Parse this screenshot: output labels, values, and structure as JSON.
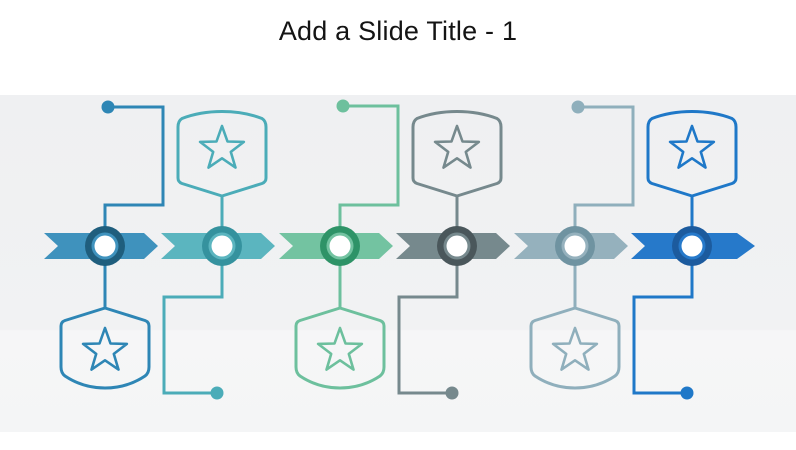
{
  "slide": {
    "title": "Add a Slide Title - 1",
    "background": "#ffffff",
    "canvas_band_top": "#f0f1f2",
    "canvas_band_bottom": "#f5f6f7"
  },
  "timeline": {
    "circle_center": "#ffffff",
    "items": [
      {
        "step": 1,
        "icon": "star",
        "badge_position": "below",
        "connector": "top-hook-dot",
        "accent": "#3f92bd",
        "ring": "#1f5e7d",
        "stroke": "#2e86b5"
      },
      {
        "step": 2,
        "icon": "star",
        "badge_position": "above",
        "connector": "bottom-hook-dot",
        "accent": "#5bb5bf",
        "ring": "#35929e",
        "stroke": "#4bacb8"
      },
      {
        "step": 3,
        "icon": "star",
        "badge_position": "below",
        "connector": "top-hook-dot",
        "accent": "#73c3a1",
        "ring": "#2e9367",
        "stroke": "#6dc09d"
      },
      {
        "step": 4,
        "icon": "star",
        "badge_position": "above",
        "connector": "bottom-hook-dot",
        "accent": "#76898d",
        "ring": "#4a575b",
        "stroke": "#76898d"
      },
      {
        "step": 5,
        "icon": "star",
        "badge_position": "below",
        "connector": "top-hook-dot",
        "accent": "#95b1bd",
        "ring": "#6f93a1",
        "stroke": "#8fafbc"
      },
      {
        "step": 6,
        "icon": "star",
        "badge_position": "above",
        "connector": "bottom-hook-dot",
        "accent": "#2679ca",
        "ring": "#1c5b9e",
        "stroke": "#1f78c8"
      }
    ]
  }
}
